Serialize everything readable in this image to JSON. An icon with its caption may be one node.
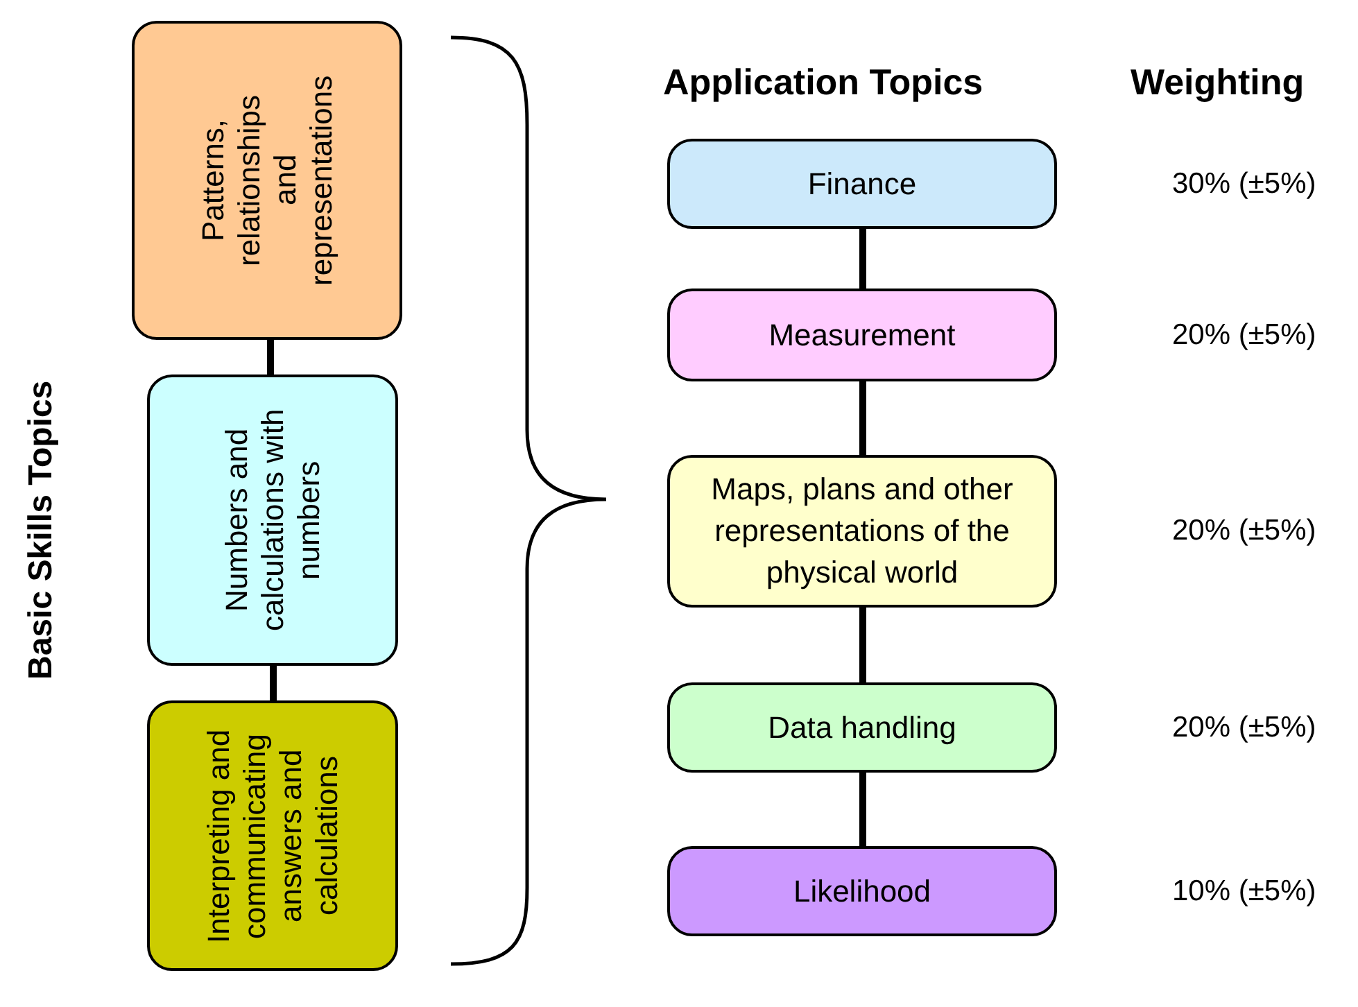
{
  "diagram": {
    "nodes": [
      {
        "text": [
          "Patterns, relationships and representations"
        ]
      },
      {
        "text": [
          "Numbers and calculations with numbers"
        ]
      },
      {
        "text": [
          "Interpreting and communicating answers and calculations"
        ]
      },
      {
        "text": [
          "Finance"
        ]
      },
      {
        "text": [
          "Measurement"
        ]
      },
      {
        "text": [
          "Maps, plans and other representations of the physical world"
        ]
      },
      {
        "text": [
          "Data handling"
        ]
      },
      {
        "text": [
          "Likelihood"
        ]
      }
    ],
    "edges": [
      {
        "from": 0,
        "to": 1,
        "arrow": "none"
      },
      {
        "from": 1,
        "to": 2,
        "arrow": "none"
      },
      {
        "from": 3,
        "to": 4,
        "arrow": "none"
      },
      {
        "from": 4,
        "to": 5,
        "arrow": "none"
      },
      {
        "from": 5,
        "to": 6,
        "arrow": "none"
      },
      {
        "from": 6,
        "to": 7,
        "arrow": "none"
      }
    ],
    "labels": [
      "Basic Skills Topics",
      "Application Topics",
      "Weighting",
      "30% (±5%)",
      "20% (±5%)",
      "20% (±5%)",
      "20% (±5%)",
      "10% (±5%)"
    ]
  }
}
